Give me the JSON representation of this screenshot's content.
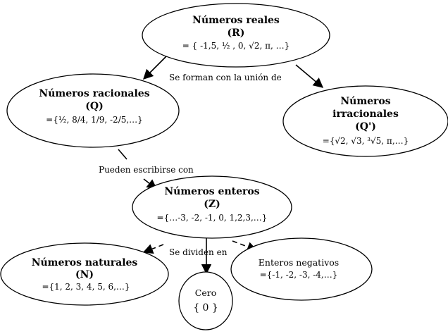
{
  "nodes": {
    "reales": {
      "title_lines": [
        "Números reales",
        "(R)"
      ],
      "formula": "= { -1,5, ½ , 0, √2, π, …}"
    },
    "racionales": {
      "title_lines": [
        "Números racionales",
        "(Q)"
      ],
      "formula": "={½, 8/4, 1/9, -2/5,…}"
    },
    "irracionales": {
      "title_lines": [
        "Números",
        "irracionales",
        "(Q')"
      ],
      "formula": "={√2, √3, ³√5, π,…}"
    },
    "enteros": {
      "title_lines": [
        "Números enteros",
        "(Z)"
      ],
      "formula": "={…-3, -2, -1, 0, 1,2,3,…}"
    },
    "naturales": {
      "title_lines": [
        "Números naturales",
        "(N)"
      ],
      "formula": "={1, 2, 3, 4, 5, 6,…}"
    },
    "cero": {
      "label": "Cero",
      "set": "{ 0 }"
    },
    "negativos": {
      "label": "Enteros negativos",
      "formula": "={-1, -2, -3, -4,…}"
    }
  },
  "edge_labels": {
    "union": "Se forman con la unión de",
    "escribirse": "Pueden  escribirse con",
    "dividen": "Se dividen en"
  },
  "colors": {
    "stroke": "#000000",
    "background": "#ffffff"
  }
}
